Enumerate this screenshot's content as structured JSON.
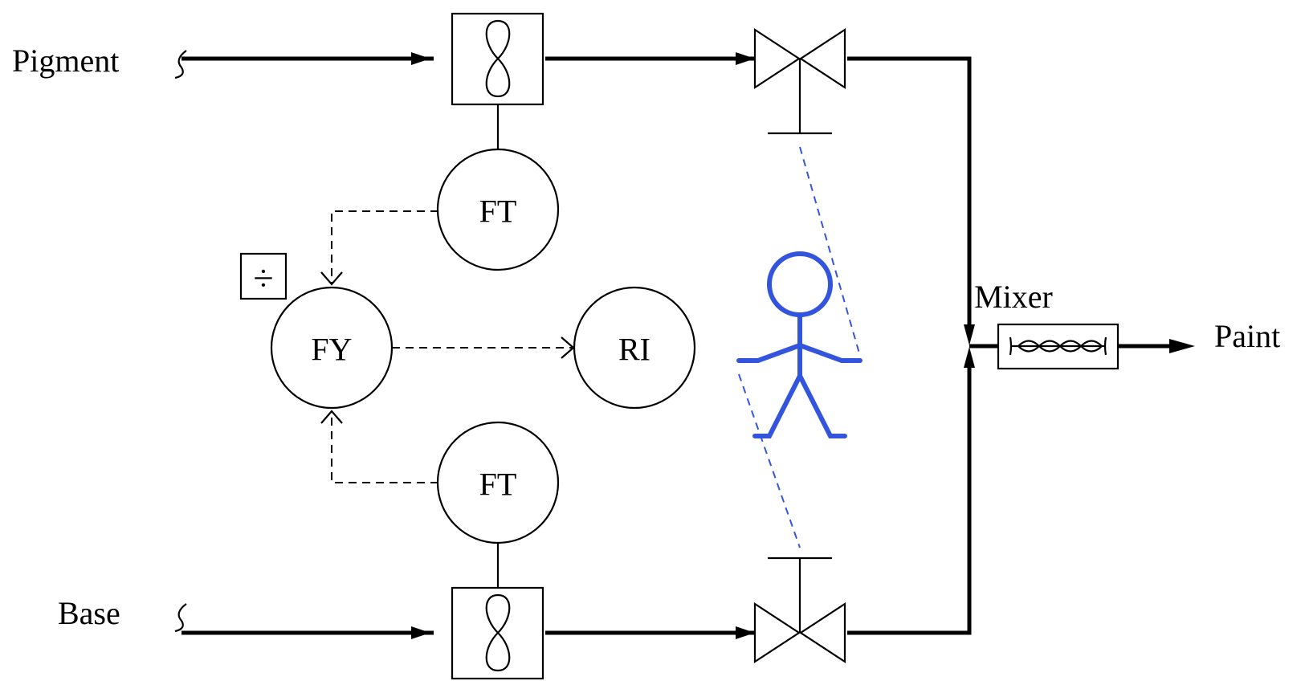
{
  "streams": {
    "pigment": "Pigment",
    "base": "Base",
    "product": "Paint"
  },
  "equipment": {
    "mixer": "Mixer"
  },
  "instruments": {
    "ft_top": "FT",
    "ft_bottom": "FT",
    "fy": "FY",
    "ri": "RI",
    "fy_function": "÷"
  },
  "colors": {
    "lines": "#000000",
    "operator": "#3355dd"
  }
}
